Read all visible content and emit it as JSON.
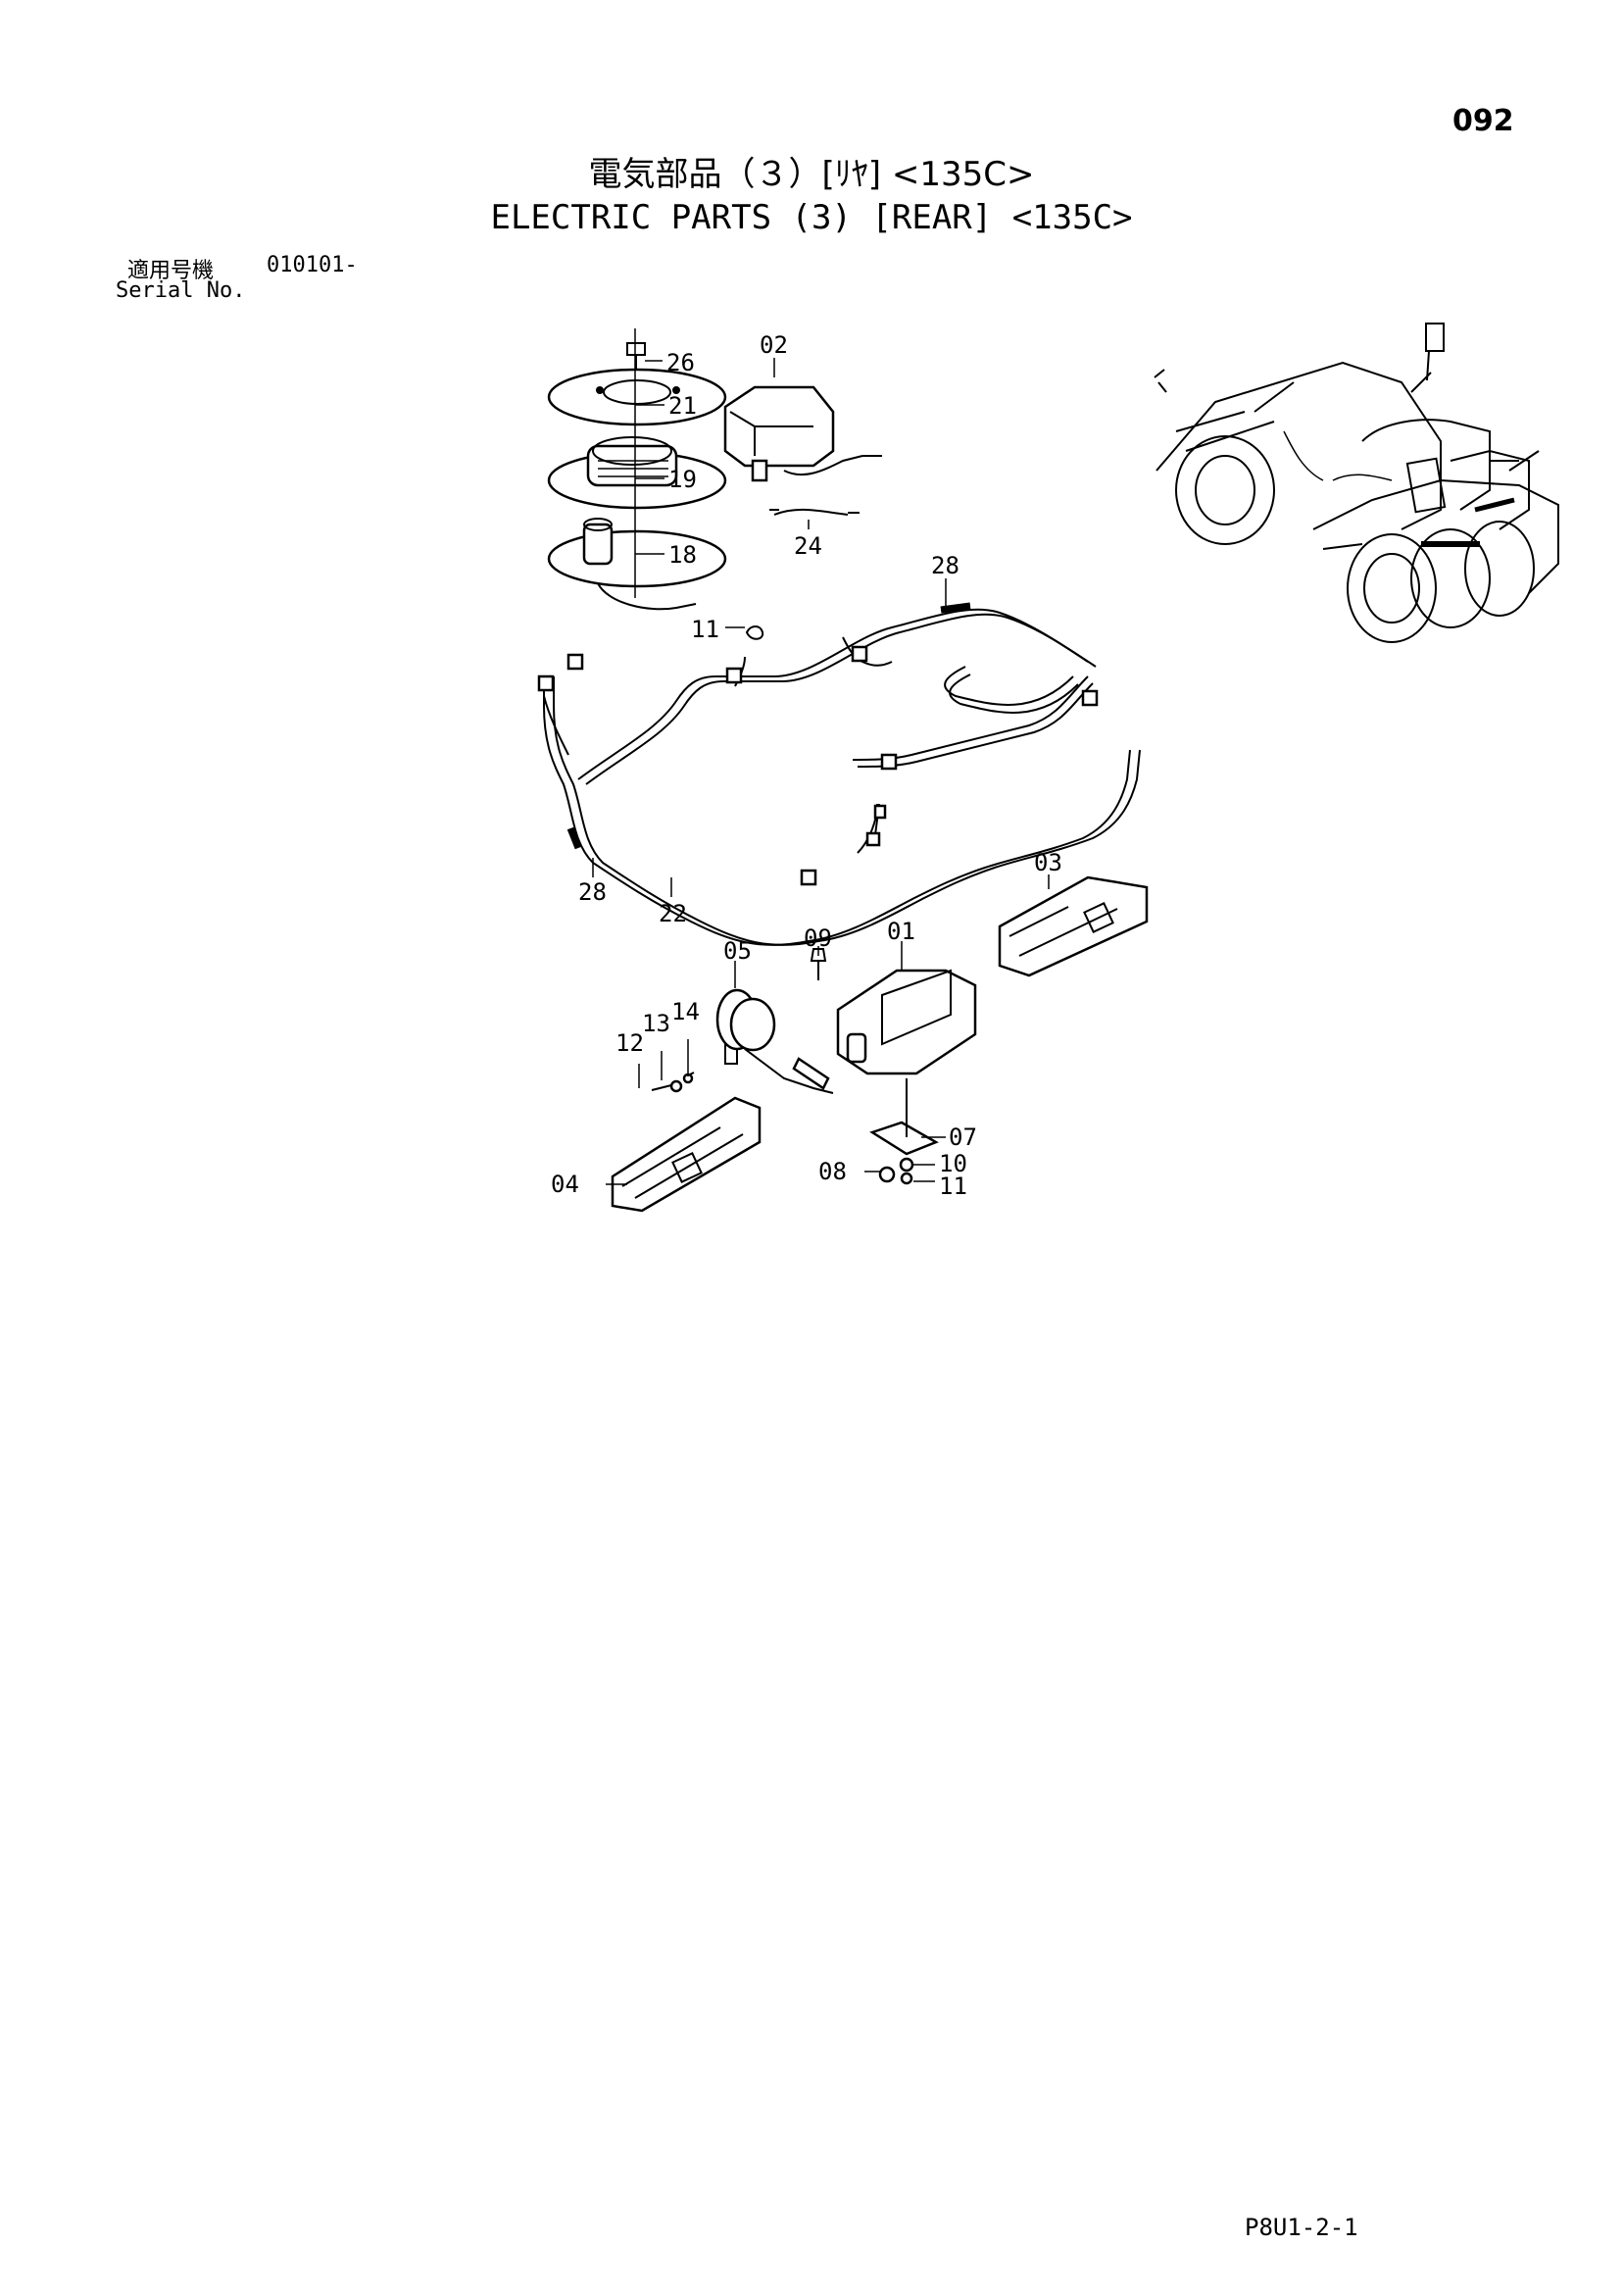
{
  "header": {
    "page_number": "092",
    "title_jp": "電気部品（３）[ﾘﾔ] <135C>",
    "title_en": "ELECTRIC PARTS (3) [REAR] <135C>",
    "serial_label_jp": "適用号機",
    "serial_value": "010101-",
    "serial_label_en": "Serial No."
  },
  "callouts": {
    "c26": "26",
    "c21": "21",
    "c19": "19",
    "c18": "18",
    "c02": "02",
    "c24": "24",
    "c28a": "28",
    "c11a": "11",
    "c28b": "28",
    "c22": "22",
    "c03": "03",
    "c05": "05",
    "c09": "09",
    "c01": "01",
    "c12": "12",
    "c13": "13",
    "c14": "14",
    "c07": "07",
    "c10": "10",
    "c08": "08",
    "c11b": "11",
    "c04": "04"
  },
  "footer": {
    "code": "P8U1-2-1"
  }
}
